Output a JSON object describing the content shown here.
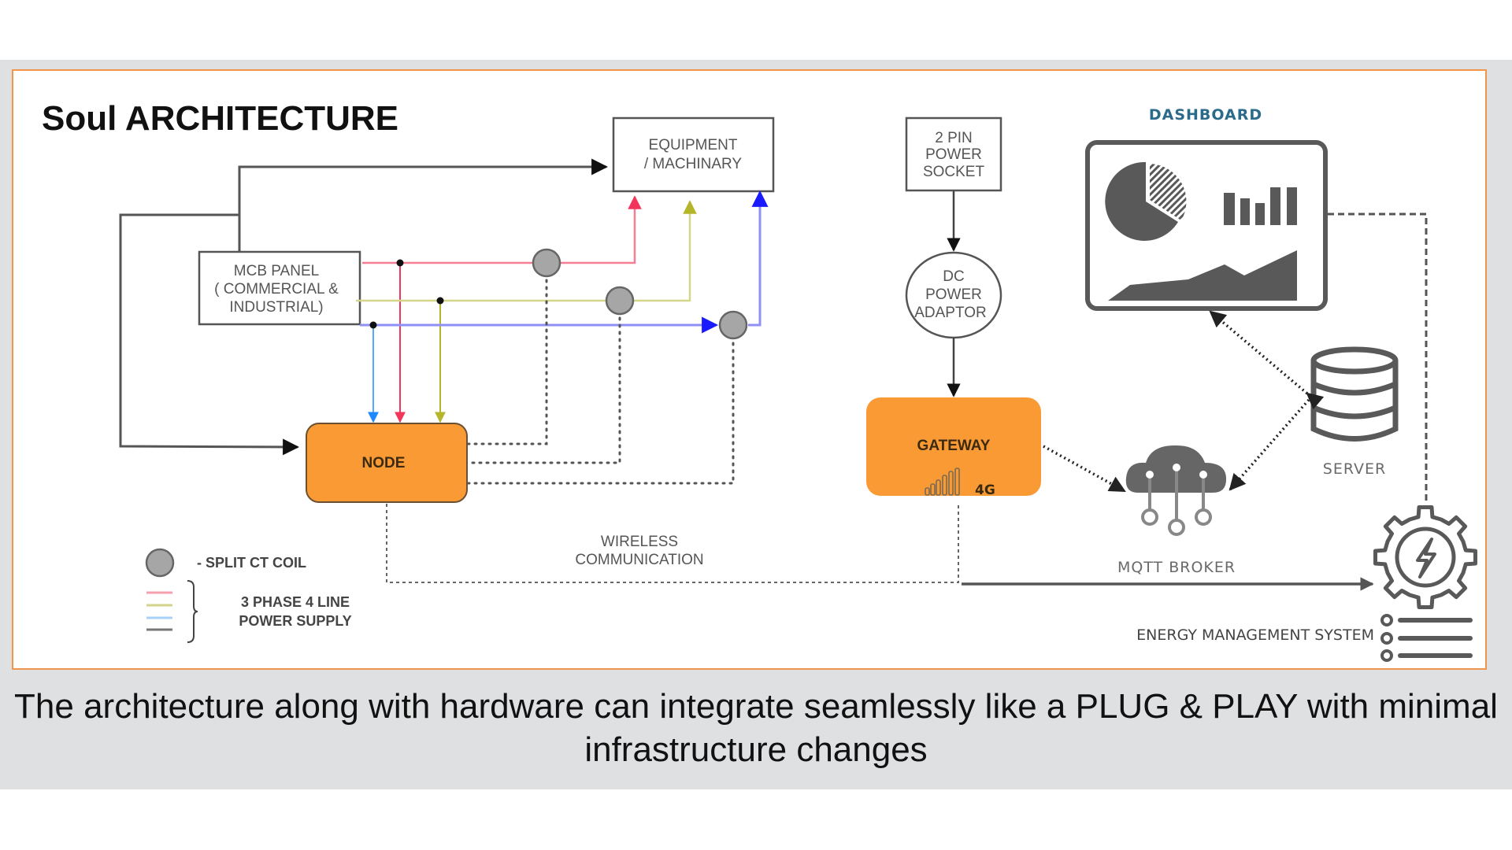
{
  "title": "Soul ARCHITECTURE",
  "nodes": {
    "equipment": {
      "lines": [
        "EQUIPMENT",
        "/ MACHINARY"
      ]
    },
    "mcb_panel": {
      "lines": [
        "MCB PANEL",
        "( COMMERCIAL &",
        "INDUSTRIAL)"
      ]
    },
    "node": {
      "label": "NODE"
    },
    "power_socket": {
      "lines": [
        "2 PIN",
        "POWER",
        "SOCKET"
      ]
    },
    "dc_adaptor": {
      "lines": [
        "DC",
        "POWER",
        "ADAPTOR"
      ]
    },
    "gateway": {
      "label": "GATEWAY",
      "network": "4G"
    },
    "dashboard": {
      "label": "DASHBOARD"
    },
    "server": {
      "label": "SERVER"
    },
    "mqtt": {
      "label": "MQTT BROKER"
    },
    "ems": {
      "label": "ENERGY MANAGEMENT SYSTEM"
    }
  },
  "wireless": {
    "lines": [
      "WIRELESS",
      "COMMUNICATION"
    ]
  },
  "legend": {
    "ct_coil": "- SPLIT CT COIL",
    "power_supply": [
      "3 PHASE 4 LINE",
      "POWER SUPPLY"
    ]
  },
  "colors": {
    "accent_orange": "#f99a35",
    "frame_orange": "#f0954a",
    "phase_red": "#f47f95",
    "phase_yellow": "#c9c96a",
    "phase_blue": "#8f8ff5",
    "dashboard_title": "#2a6a8a"
  },
  "caption": {
    "line1": "The architecture along with hardware can integrate seamlessly like a PLUG & PLAY with minimal",
    "line2": "infrastructure changes"
  }
}
